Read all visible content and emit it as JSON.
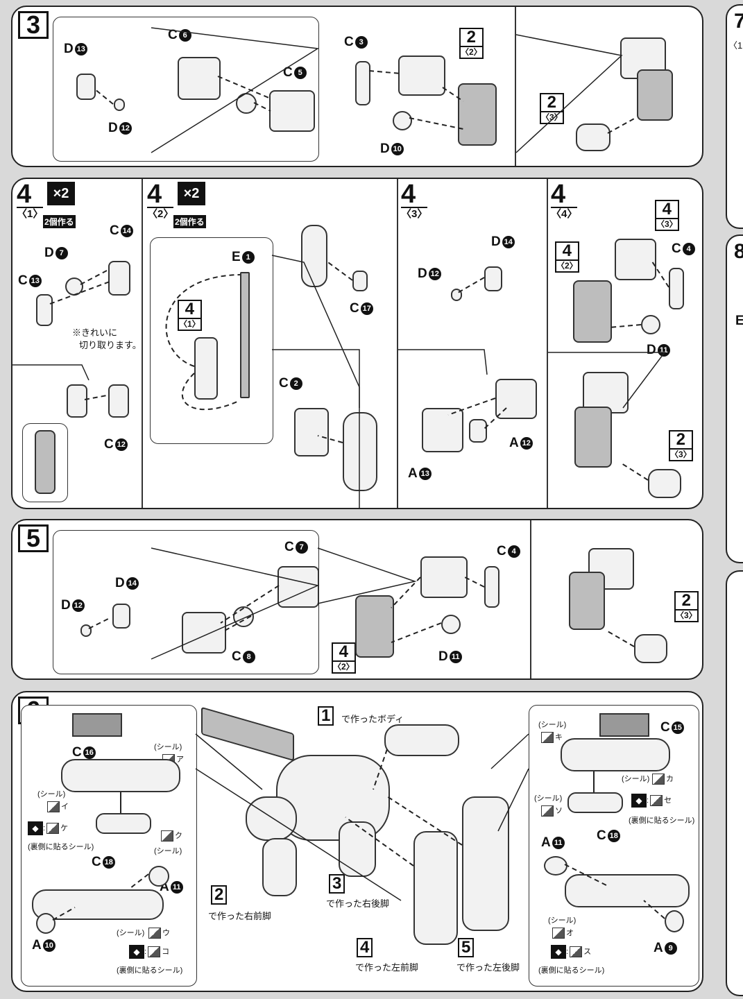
{
  "step3": {
    "num": "3",
    "labels": {
      "d13": "D",
      "d13n": "13",
      "d12": "D",
      "d12n": "12",
      "c6": "C",
      "c6n": "6",
      "c5": "C",
      "c5n": "5",
      "c3": "C",
      "c3n": "3",
      "d10": "D",
      "d10n": "10"
    },
    "ref_a": {
      "top": "2",
      "bot": "〈2〉"
    },
    "ref_b": {
      "top": "2",
      "bot": "〈3〉"
    }
  },
  "step4": {
    "sub1": {
      "num": "4",
      "sub": "〈1〉",
      "mult": "×2",
      "mult_note": "2個作る",
      "c14": "C",
      "c14n": "14",
      "d7": "D",
      "d7n": "7",
      "c13": "C",
      "c13n": "13",
      "note1": "※きれいに",
      "note2": "切り取ります。",
      "c12": "C",
      "c12n": "12"
    },
    "sub2": {
      "num": "4",
      "sub": "〈2〉",
      "mult": "×2",
      "mult_note": "2個作る",
      "e1": "E",
      "e1n": "1",
      "c17": "C",
      "c17n": "17",
      "c2": "C",
      "c2n": "2",
      "ref": {
        "top": "4",
        "bot": "〈1〉"
      }
    },
    "sub3": {
      "num": "4",
      "sub": "〈3〉",
      "d14": "D",
      "d14n": "14",
      "d12": "D",
      "d12n": "12",
      "a12": "A",
      "a12n": "12",
      "a13": "A",
      "a13n": "13"
    },
    "sub4": {
      "num": "4",
      "sub": "〈4〉",
      "c4": "C",
      "c4n": "4",
      "d11": "D",
      "d11n": "11",
      "ref_a": {
        "top": "4",
        "bot": "〈3〉"
      },
      "ref_b": {
        "top": "4",
        "bot": "〈2〉"
      },
      "ref_c": {
        "top": "2",
        "bot": "〈3〉"
      }
    }
  },
  "step5": {
    "num": "5",
    "labels": {
      "d14": "D",
      "d14n": "14",
      "d12": "D",
      "d12n": "12",
      "c7": "C",
      "c7n": "7",
      "c8": "C",
      "c8n": "8",
      "c4": "C",
      "c4n": "4",
      "d11": "D",
      "d11n": "11"
    },
    "ref_a": {
      "top": "4",
      "bot": "〈2〉"
    },
    "ref_b": {
      "top": "2",
      "bot": "〈3〉"
    }
  },
  "step6": {
    "num": "6",
    "body_ref": "1",
    "body_cap": "で作ったボディ",
    "ref2": "2",
    "ref2_cap": "で作った右前脚",
    "ref3": "3",
    "ref3_cap": "で作った右後脚",
    "ref4": "4",
    "ref4_cap": "で作った左前脚",
    "ref5": "5",
    "ref5_cap": "で作った左後脚",
    "left": {
      "c16": "C",
      "c16n": "16",
      "c18": "C",
      "c18n": "18",
      "a11": "A",
      "a11n": "11",
      "a10": "A",
      "a10n": "10",
      "seal": "(シール)",
      "k_a": "ア",
      "k_i": "イ",
      "k_ku": "ク",
      "k_ke": "ケ",
      "k_u": "ウ",
      "k_ko": "コ",
      "back_note": "(裏側に貼るシール)"
    },
    "right": {
      "c15": "C",
      "c15n": "15",
      "c18": "C",
      "c18n": "18",
      "a11": "A",
      "a11n": "11",
      "a9": "A",
      "a9n": "9",
      "seal": "(シール)",
      "k_ki": "キ",
      "k_ka": "カ",
      "k_so": "ソ",
      "k_se": "セ",
      "k_o": "オ",
      "k_su": "ス",
      "back_note": "(裏側に貼るシール)"
    }
  },
  "ghost": {
    "seven": "7",
    "eight": "8",
    "sub1": "〈1",
    "e": "E"
  }
}
